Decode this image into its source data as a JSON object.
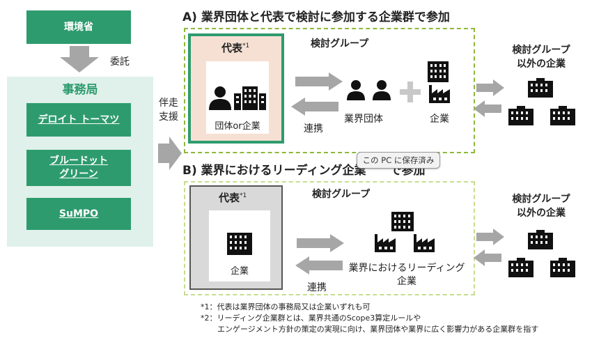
{
  "left": {
    "ministry": "環境省",
    "delegation": "委託",
    "secretariat_title": "事務局",
    "members": [
      "デロイト トーマツ",
      "ブルードット\nグリーン",
      "SuMPO"
    ],
    "support": [
      "伴走",
      "支援"
    ]
  },
  "sectionA": {
    "title": "A) 業界団体と代表で検討に参加する企業群で参加",
    "rep_label": "代表",
    "rep_sup": "*1",
    "rep_caption": "団体or企業",
    "group_label": "検討グループ",
    "link_label": "連携",
    "assoc_label": "業界団体",
    "company_label": "企業",
    "outside_label": "検討グループ\n以外の企業"
  },
  "sectionB": {
    "title_pre": "B) 業界におけるリーディング企業",
    "title_post": "で参加",
    "rep_label": "代表",
    "rep_sup": "*1",
    "rep_caption": "企業",
    "group_label": "検討グループ",
    "link_label": "連携",
    "leading_label": "業界におけるリーディング\n企業",
    "outside_label": "検討グループ\n以外の企業"
  },
  "toast": "この PC に保存済み",
  "notes": [
    {
      "mark": "*1：",
      "text": "代表は業界団体の事務局又は企業いずれも可"
    },
    {
      "mark": "*2：",
      "text": "リーディング企業群とは、業界共通のScope3算定ルールや"
    },
    {
      "mark": "",
      "text": "エンゲージメント方針の策定の実現に向け、業界団体や業界に広く影響力がある企業群を指す"
    }
  ],
  "colors": {
    "green": "#2e9b6e",
    "panel": "#dff1ea",
    "rep_a_fill": "#f6e0d4",
    "rep_b_fill": "#d9d9d9",
    "arrow": "#a6a6a6",
    "dash_a": "#8db83a",
    "dash_b": "#c6dd8e"
  }
}
